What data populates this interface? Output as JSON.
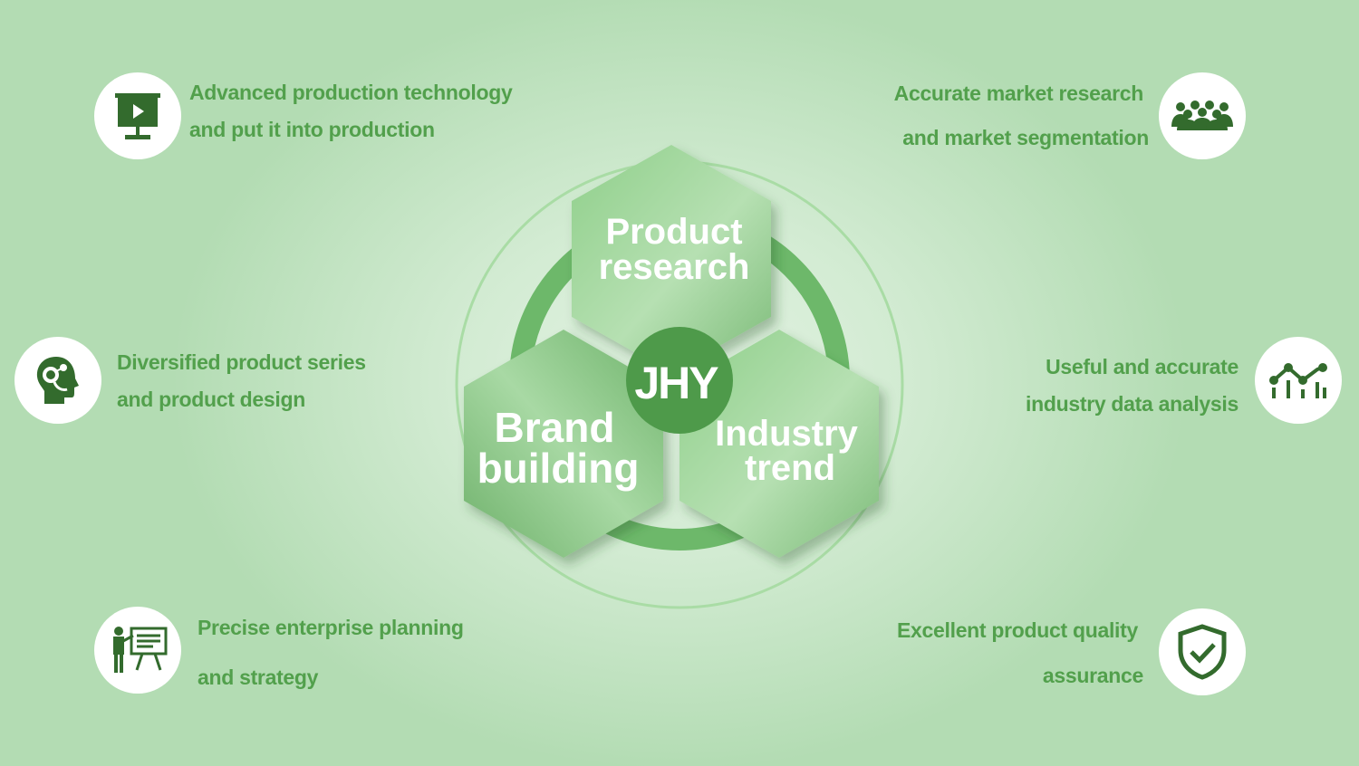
{
  "center": {
    "label": "JHY"
  },
  "hexagons": [
    {
      "line1": "Product",
      "line2": "research"
    },
    {
      "line1": "Brand",
      "line2": "building"
    },
    {
      "line1": "Industry",
      "line2": "trend"
    }
  ],
  "features": [
    {
      "line1": "Advanced production technology",
      "line2": "and put it into production",
      "icon": "presentation-play-icon"
    },
    {
      "line1": "Diversified product series",
      "line2": "and product design",
      "icon": "brain-head-icon"
    },
    {
      "line1": "Precise enterprise planning",
      "line2": "and strategy",
      "icon": "presenter-board-icon"
    },
    {
      "line1": "Accurate market research",
      "line2": "and market segmentation",
      "icon": "group-people-icon"
    },
    {
      "line1": "Useful and accurate",
      "line2": "industry data analysis",
      "icon": "line-chart-icon"
    },
    {
      "line1": "Excellent product quality",
      "line2": "assurance",
      "icon": "shield-check-icon"
    }
  ],
  "colors": {
    "text": "#52a04c",
    "icon": "#336b2d",
    "hexagon": "#7cc07a",
    "center": "#4e9a4a"
  }
}
